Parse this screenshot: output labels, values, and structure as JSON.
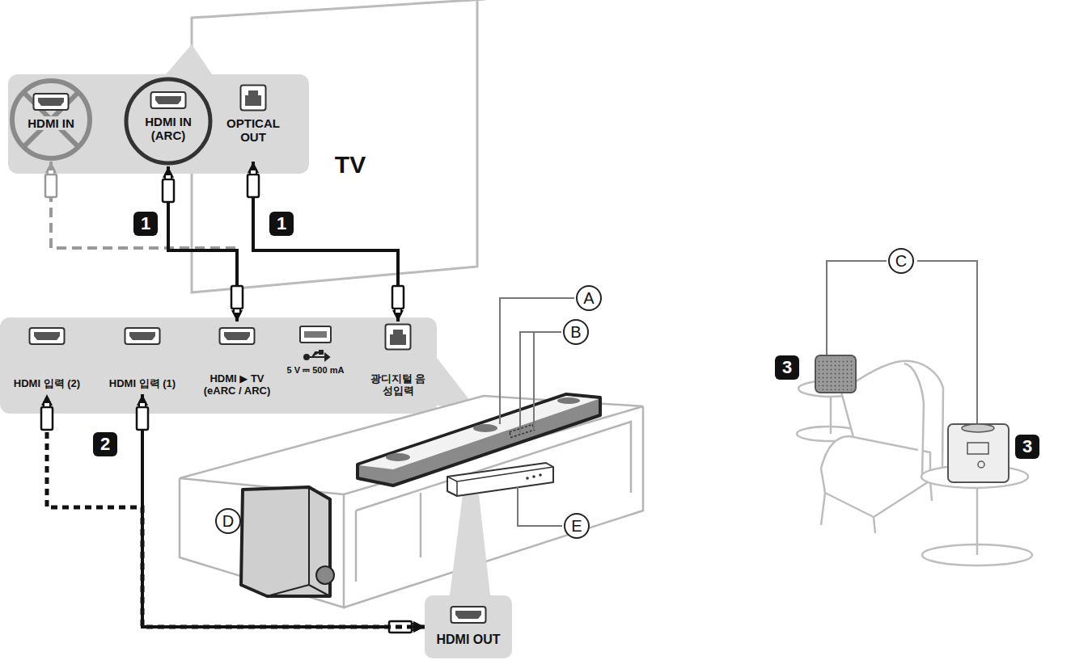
{
  "diagram": {
    "nodes": [
      {
        "text": [
          "HDMI IN"
        ]
      },
      {
        "text": [
          "HDMI IN (ARC)"
        ]
      },
      {
        "text": [
          "OPTICAL OUT"
        ]
      },
      {
        "text": [
          "HDMI 입력 (2)"
        ]
      },
      {
        "text": [
          "HDMI 입력 (1)"
        ]
      },
      {
        "text": [
          "HDMI ▶ TV (eARC / ARC)"
        ]
      },
      {
        "text": [
          "5 V ⎓ 500 mA"
        ]
      },
      {
        "text": [
          "광디지털 음성입력"
        ]
      },
      {
        "text": [
          "HDMI OUT"
        ]
      }
    ],
    "edges": [
      {
        "from": 0,
        "to": 5,
        "arrow": "both"
      },
      {
        "from": 1,
        "to": 5,
        "arrow": "both"
      },
      {
        "from": 2,
        "to": 7,
        "arrow": "both"
      },
      {
        "from": 8,
        "to": 4,
        "arrow": "both"
      },
      {
        "from": 8,
        "to": 3,
        "arrow": "both"
      }
    ],
    "labels": [
      "TV",
      "1",
      "1",
      "2",
      "A",
      "B",
      "C",
      "D",
      "E",
      "3",
      "3"
    ]
  }
}
